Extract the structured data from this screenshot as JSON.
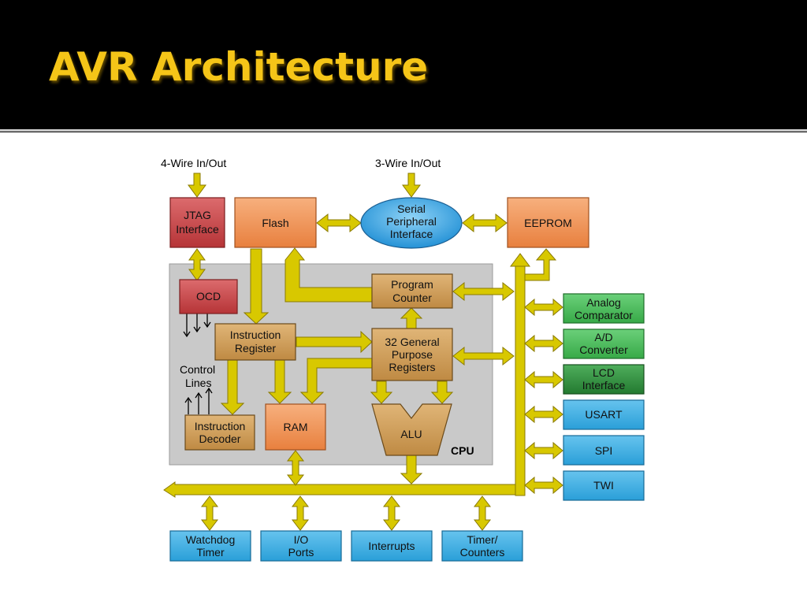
{
  "slide": {
    "title": "AVR Architecture"
  },
  "diagram": {
    "external_labels": {
      "four_wire": "4-Wire In/Out",
      "three_wire": "3-Wire In/Out",
      "control_lines": [
        "Control",
        "Lines"
      ],
      "cpu": "CPU"
    },
    "blocks": {
      "jtag": [
        "JTAG",
        "Interface"
      ],
      "flash": [
        "Flash"
      ],
      "spi_serial": [
        "Serial",
        "Peripheral",
        "Interface"
      ],
      "eeprom": [
        "EEPROM"
      ],
      "ocd": [
        "OCD"
      ],
      "program_counter": [
        "Program",
        "Counter"
      ],
      "instruction_register": [
        "Instruction",
        "Register"
      ],
      "general_registers": [
        "32 General",
        "Purpose",
        "Registers"
      ],
      "instruction_decoder": [
        "Instruction",
        "Decoder"
      ],
      "ram": [
        "RAM"
      ],
      "alu": [
        "ALU"
      ],
      "analog_comparator": [
        "Analog",
        "Comparator"
      ],
      "ad_converter": [
        "A/D",
        "Converter"
      ],
      "lcd_interface": [
        "LCD",
        "Interface"
      ],
      "usart": [
        "USART"
      ],
      "spi": [
        "SPI"
      ],
      "twi": [
        "TWI"
      ],
      "watchdog_timer": [
        "Watchdog",
        "Timer"
      ],
      "io_ports": [
        "I/O",
        "Ports"
      ],
      "interrupts": [
        "Interrupts"
      ],
      "timer_counters": [
        "Timer/",
        "Counters"
      ]
    },
    "colors": {
      "bus_yellow": "#d8c800",
      "bus_outline": "#8a7a00",
      "cpu_gray": "#c9c9c9",
      "orange": "#f0945a",
      "brown": "#cc9a52",
      "red": "#c8474a",
      "green": "#3fb34f",
      "dark_green": "#2e8a3c",
      "blue": "#35a8de",
      "spi_ellipse": "#2fa3e3"
    }
  }
}
